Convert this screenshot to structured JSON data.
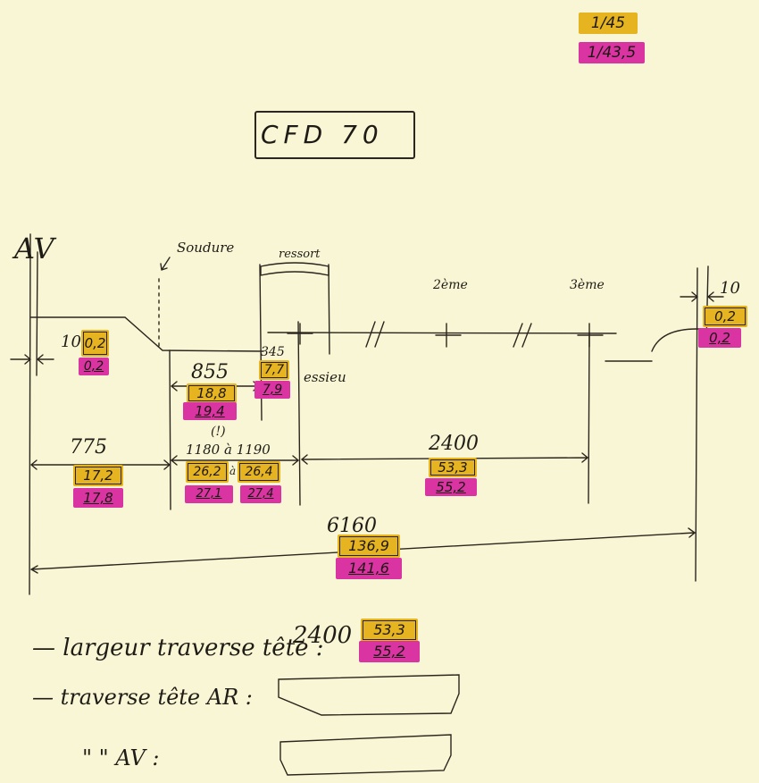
{
  "colors": {
    "paper": "#f9f6d6",
    "ink": "#2a251d",
    "yellow": "#e6b421",
    "magenta": "#d934a2"
  },
  "scale": {
    "yellow_label": "1/45",
    "magenta_label": "1/43,5"
  },
  "title": "CFD 70",
  "labels": {
    "front": "AV",
    "weld": "Soudure",
    "spring": "ressort",
    "axle": "essieu",
    "axle2": "2ème",
    "axle3": "3ème"
  },
  "dims": {
    "buffer_left": {
      "mm": "10",
      "y": "0,2",
      "m": "0,2"
    },
    "buffer_right": {
      "mm": "10",
      "y": "0,2",
      "m": "0,2"
    },
    "step": {
      "mm": "855",
      "y": "18,8",
      "m": "19,4"
    },
    "spring": {
      "mm": "345",
      "y": "7,7",
      "m": "7,9"
    },
    "overhang": {
      "mm": "775",
      "y": "17,2",
      "m": "17,8"
    },
    "span": {
      "mm": "1180 à 1190",
      "y1": "26,2",
      "y2": "26,4",
      "m1": "27,1",
      "m2": "27,4",
      "sep": "à",
      "note": "(!)"
    },
    "wheelbase": {
      "mm": "2400",
      "y": "53,3",
      "m": "55,2"
    },
    "total": {
      "mm": "6160",
      "y": "136,9",
      "m": "141,6"
    }
  },
  "notes": [
    {
      "text": "— largeur traverse tête :",
      "mm": "2400",
      "y": "53,3",
      "m": "55,2"
    },
    {
      "text": "— traverse tête  AR :"
    },
    {
      "text": "\"      \"       AV :"
    }
  ]
}
